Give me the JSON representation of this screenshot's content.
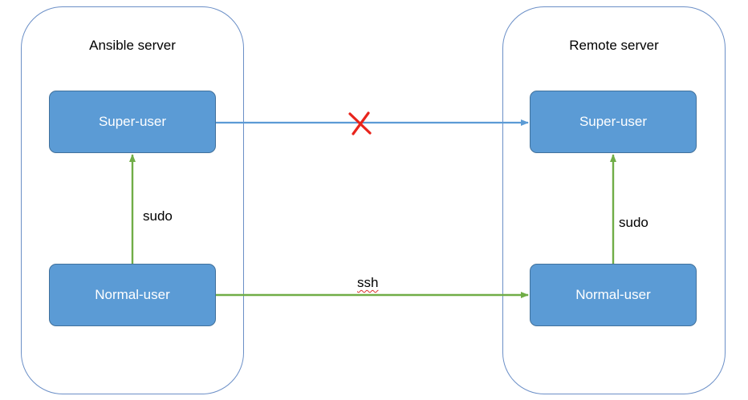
{
  "ansible_server": {
    "title": "Ansible server",
    "super_user": "Super-user",
    "normal_user": "Normal-user",
    "escalation_label": "sudo"
  },
  "remote_server": {
    "title": "Remote server",
    "super_user": "Super-user",
    "normal_user": "Normal-user",
    "escalation_label": "sudo"
  },
  "connections": {
    "ssh_label": "ssh",
    "super_link_blocked": true
  },
  "colors": {
    "box_fill": "#5b9bd5",
    "box_border": "#41719c",
    "server_outline": "#6b8fc7",
    "blue_arrow": "#5b9bd5",
    "green_arrow": "#70ad47",
    "cross": "#e8241c"
  }
}
